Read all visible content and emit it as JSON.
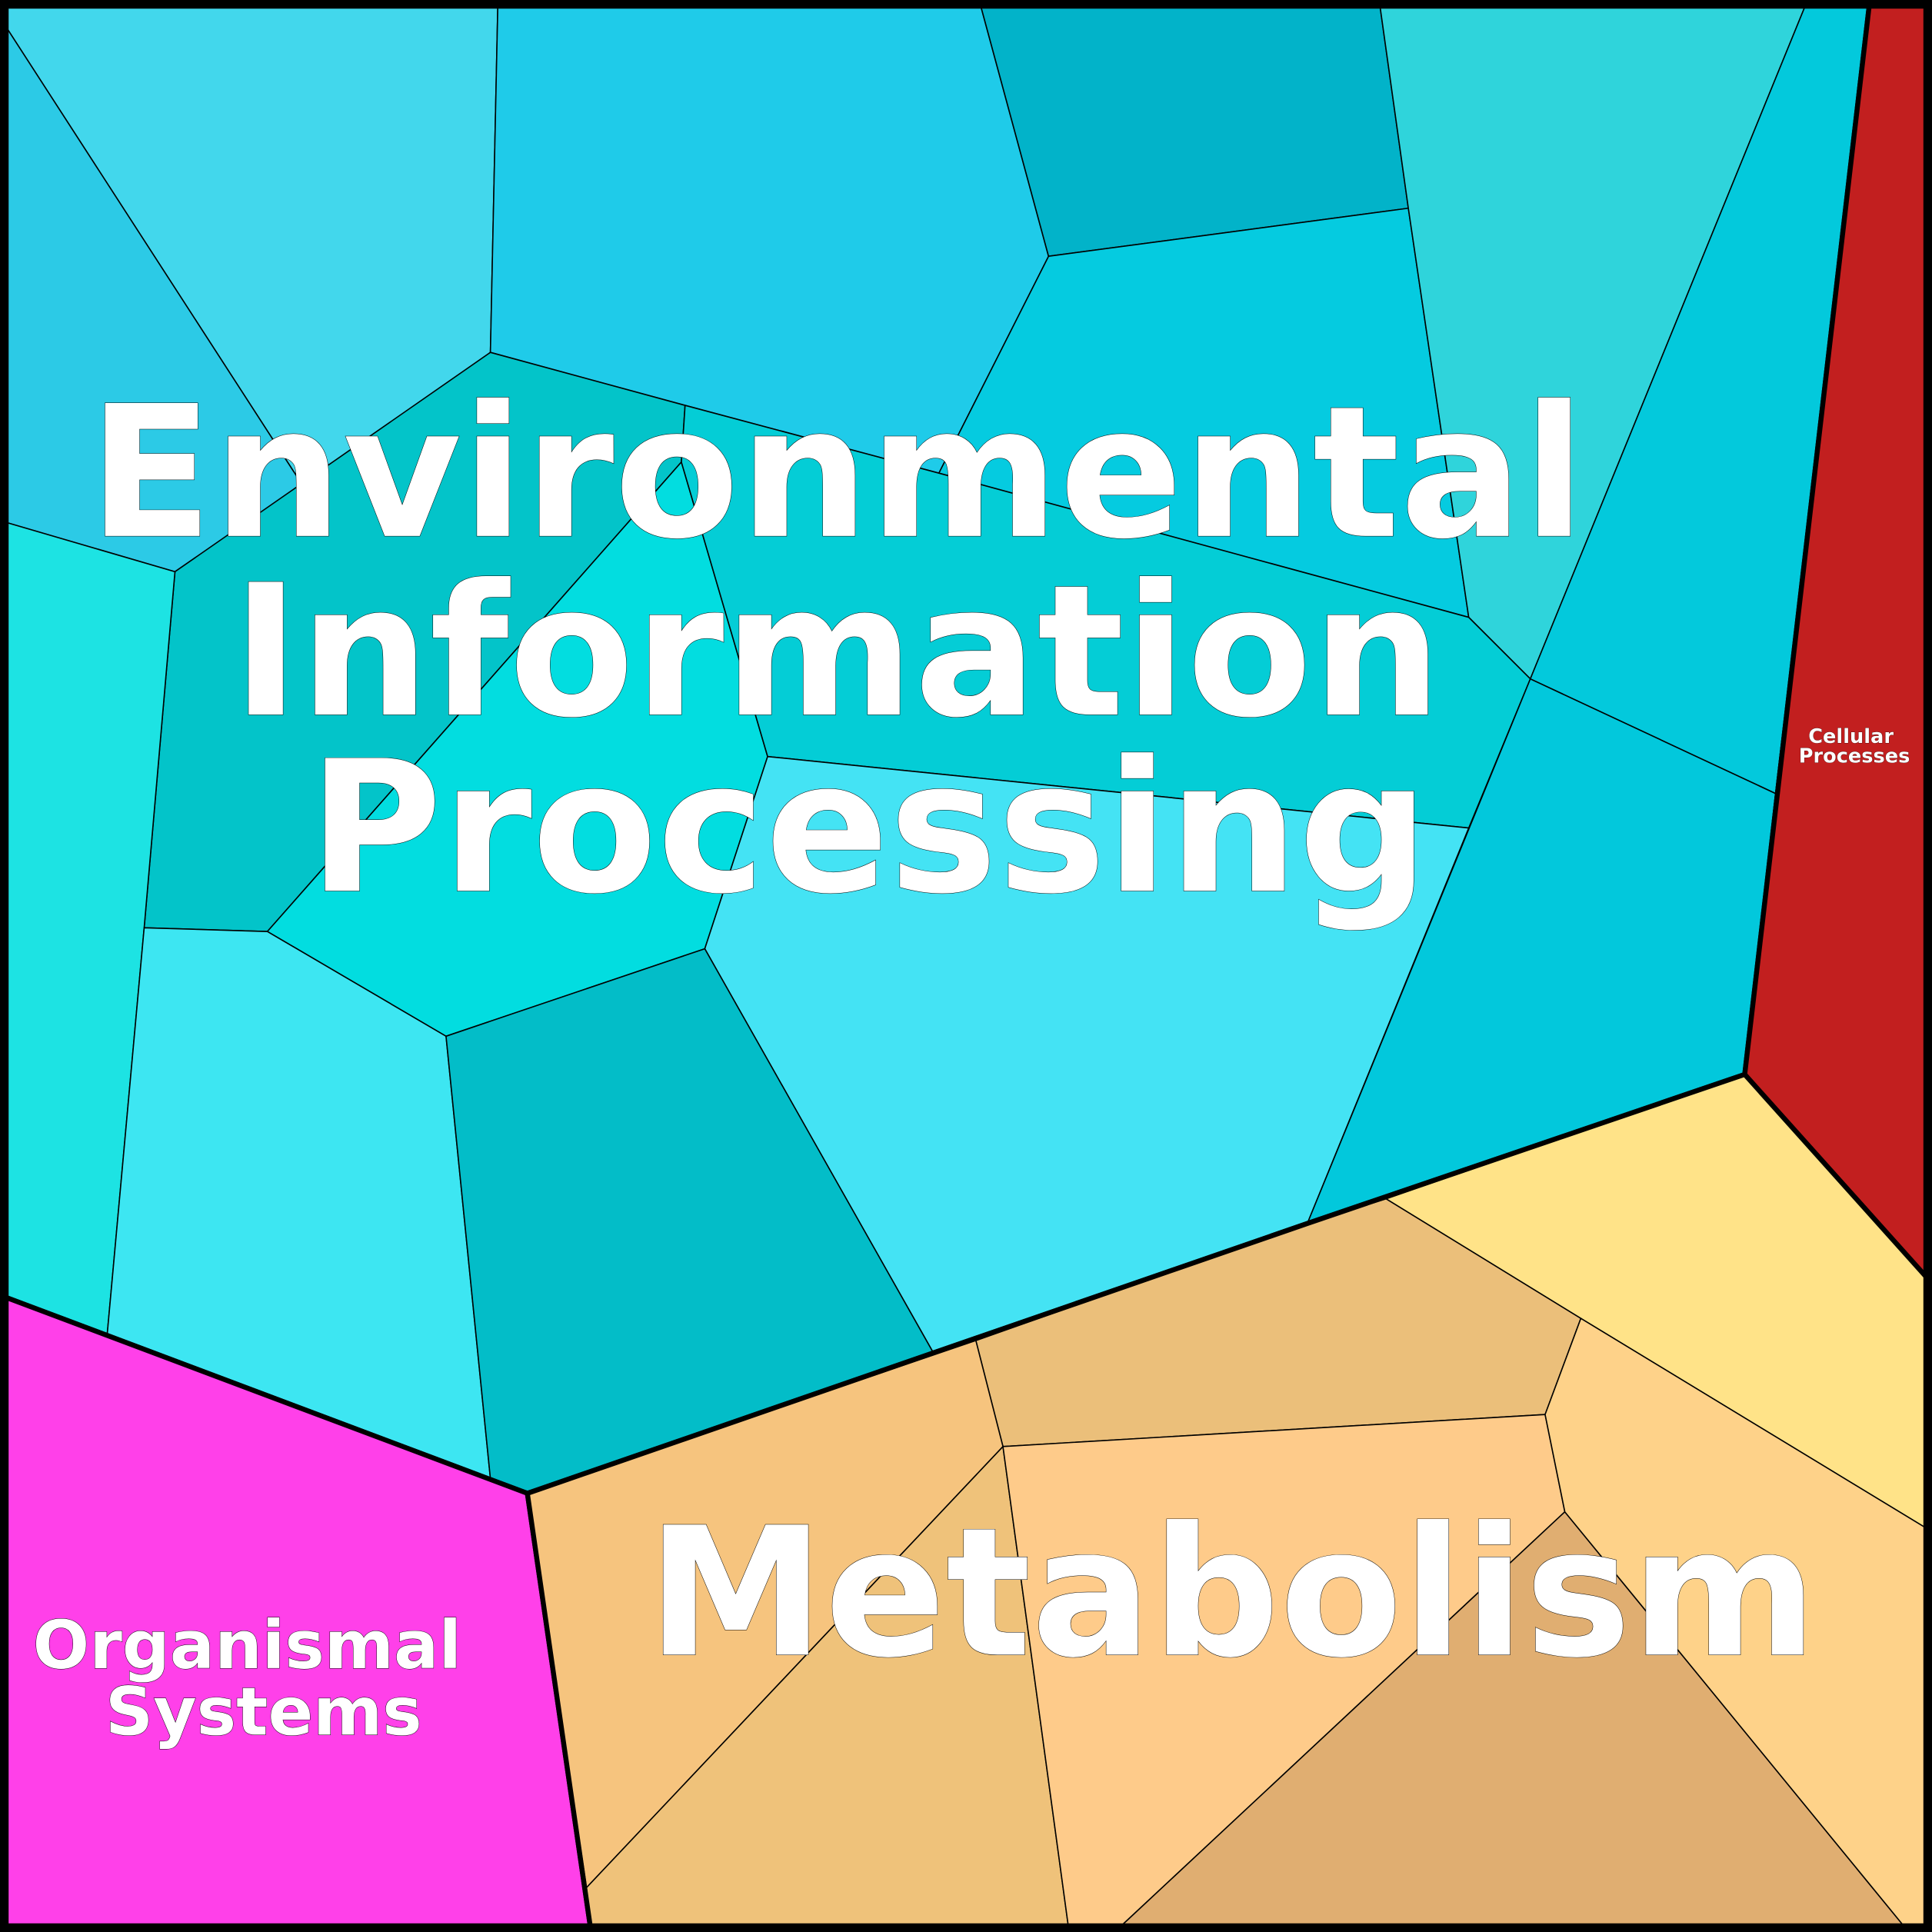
{
  "chart_data": {
    "type": "voronoi-treemap",
    "title": "",
    "groups": [
      {
        "name": "Environmental Information Processing",
        "label_lines": [
          "Environmental",
          "Information",
          "Processing"
        ],
        "color": "#1fcbe9",
        "cells": 15
      },
      {
        "name": "Metabolism",
        "label_lines": [
          "Metabolism"
        ],
        "color": "#f6c47e",
        "cells": 7
      },
      {
        "name": "Organismal Systems",
        "label_lines": [
          "Organismal",
          "Systems"
        ],
        "color": "#ff40e9",
        "cells": 1
      },
      {
        "name": "Cellular Processes",
        "label_lines": [
          "Cellular",
          "Processes"
        ],
        "color": "#c21f1f",
        "cells": 1
      }
    ]
  }
}
